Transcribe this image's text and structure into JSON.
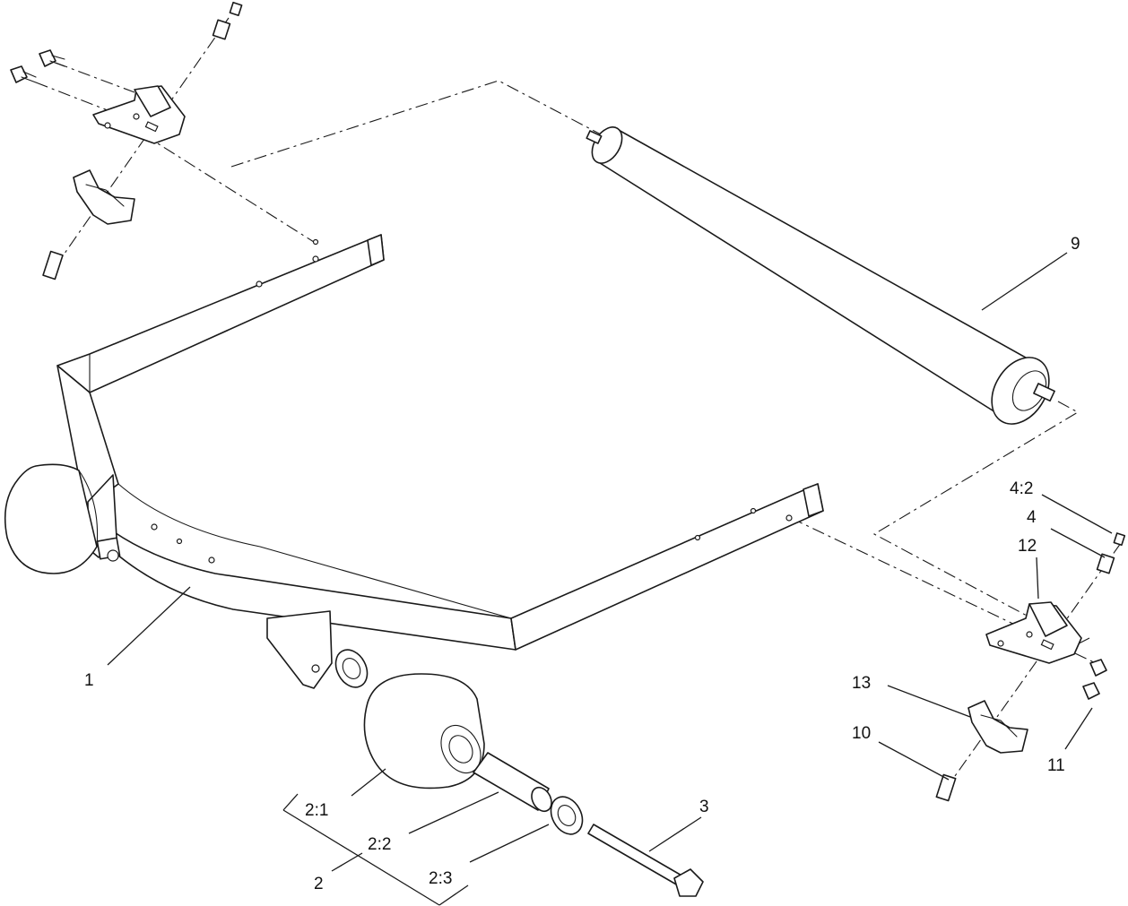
{
  "callouts": {
    "c1": "1",
    "c2": "2",
    "c2_1": "2:1",
    "c2_2": "2:2",
    "c2_3": "2:3",
    "c3": "3",
    "c4": "4",
    "c4_2": "4:2",
    "c9": "9",
    "c10": "10",
    "c11": "11",
    "c12": "12",
    "c13": "13"
  },
  "colors": {
    "line": "#1a1a1a",
    "background": "#ffffff"
  }
}
